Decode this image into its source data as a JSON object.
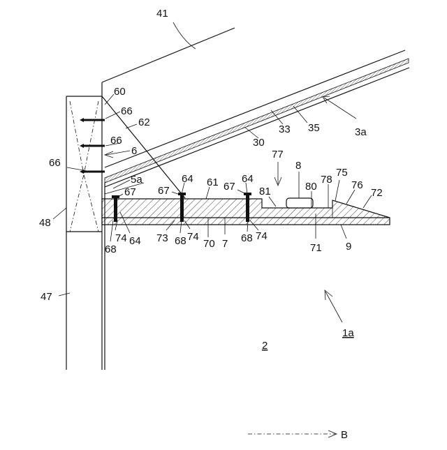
{
  "labels": {
    "l41": "41",
    "l60": "60",
    "l66a": "66",
    "l62": "62",
    "l66b": "66",
    "l6": "6",
    "l66c": "66",
    "l5a": "5a",
    "l67a": "67",
    "l48": "48",
    "l67b": "67",
    "l64a": "64",
    "l61": "61",
    "l67c": "67",
    "l64b": "64",
    "l81": "81",
    "l77": "77",
    "l8": "8",
    "l80": "80",
    "l78": "78",
    "l75": "75",
    "l76": "76",
    "l72": "72",
    "l30": "30",
    "l33": "33",
    "l35": "35",
    "l3a": "3a",
    "l74a": "74",
    "l68a": "68",
    "l64c": "64",
    "l73": "73",
    "l68b": "68",
    "l74b": "74",
    "l70": "70",
    "l7": "7",
    "l68c": "68",
    "l74c": "74",
    "l71": "71",
    "l9": "9",
    "l47": "47",
    "l1a": "1a",
    "l2": "2",
    "lB": "B"
  }
}
